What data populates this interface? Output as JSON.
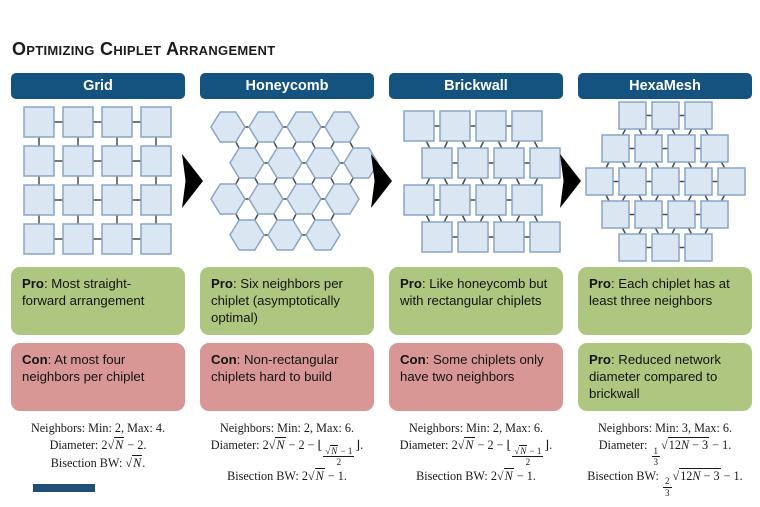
{
  "title": "Optimizing Chiplet Arrangement",
  "colors": {
    "header_bg": "#14537f",
    "header_text": "#ffffff",
    "pro_bg": "#aec67f",
    "con_bg": "#d89694",
    "chiplet_fill": "#dbe6f3",
    "chiplet_stroke": "#8aa5c6",
    "connector": "#4a4a4a",
    "arrow": "#000000",
    "footer_bar": "#1f4e79"
  },
  "columns": [
    {
      "id": "grid",
      "header": "Grid",
      "boxes": [
        {
          "kind": "pro",
          "label": "Pro",
          "text": ": Most straight-forward arrangement"
        },
        {
          "kind": "con",
          "label": "Con",
          "text": ": At most four neighbors per chiplet"
        }
      ],
      "stats": {
        "neighbors": "Neighbors: Min: 2, Max: 4.",
        "diam": {
          "pre": "Diameter: 2",
          "rad_var": "N",
          "post": " − 2."
        },
        "bw": {
          "pre": "Bisection BW: ",
          "rad_var": "N",
          "post": "."
        }
      }
    },
    {
      "id": "honeycomb",
      "header": "Honeycomb",
      "boxes": [
        {
          "kind": "pro",
          "label": "Pro",
          "text": ": Six neighbors per chiplet (asymptotically optimal)"
        },
        {
          "kind": "con",
          "label": "Con",
          "text": ": Non-rectangular chiplets hard to build"
        }
      ],
      "stats": {
        "neighbors": "Neighbors: Min: 2, Max: 6.",
        "diam": {
          "pre": "Diameter: 2",
          "rad_var": "N",
          "mid": " − 2 − ⌊",
          "frac": {
            "num_rad_var": "N",
            "num_post": " − 1",
            "den": "2"
          },
          "post": "⌋."
        },
        "bw": {
          "pre": "Bisection BW: 2",
          "rad_var": "N",
          "post": " − 1."
        }
      }
    },
    {
      "id": "brickwall",
      "header": "Brickwall",
      "boxes": [
        {
          "kind": "pro",
          "label": "Pro",
          "text": ": Like honeycomb but with rectangular chiplets"
        },
        {
          "kind": "con",
          "label": "Con",
          "text": ": Some chiplets only have two neighbors"
        }
      ],
      "stats": {
        "neighbors": "Neighbors: Min: 2, Max: 6.",
        "diam": {
          "pre": "Diameter: 2",
          "rad_var": "N",
          "mid": " − 2 − ⌊",
          "frac": {
            "num_rad_var": "N",
            "num_post": " − 1",
            "den": "2"
          },
          "post": "⌋."
        },
        "bw": {
          "pre": "Bisection BW: 2",
          "rad_var": "N",
          "post": " − 1."
        }
      }
    },
    {
      "id": "hexamesh",
      "header": "HexaMesh",
      "boxes": [
        {
          "kind": "pro",
          "label": "Pro",
          "text": ": Each chiplet has at least three neighbors"
        },
        {
          "kind": "pro",
          "label": "Pro",
          "text": ": Reduced network diameter compared to brickwall"
        }
      ],
      "stats": {
        "neighbors": "Neighbors: Min: 3, Max: 6.",
        "diam": {
          "pre": "Diameter: ",
          "coef": {
            "num": "1",
            "den": "3"
          },
          "rad_pre": "12",
          "rad_var": "N",
          "rad_post": " − 3",
          "post": " − 1."
        },
        "bw": {
          "pre": "Bisection BW: ",
          "coef": {
            "num": "2",
            "den": "3"
          },
          "rad_pre": "12",
          "rad_var": "N",
          "rad_post": " − 3",
          "post": " − 1."
        }
      }
    }
  ]
}
